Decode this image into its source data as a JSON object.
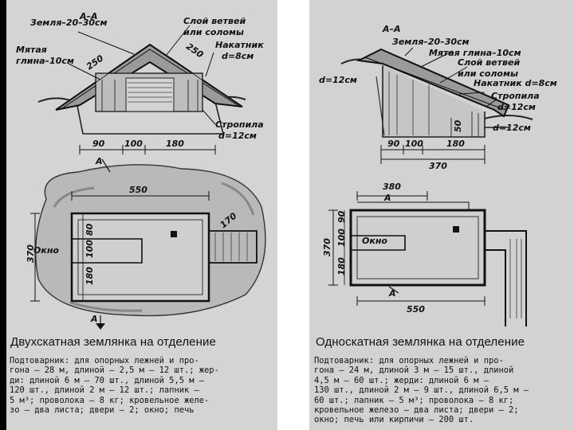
{
  "left": {
    "caption": "Двухскатная землянка на отделение",
    "section_title": "А–А",
    "labels": {
      "earth": "Земля–20–30см",
      "clay_1": "Мятая",
      "clay_2": "глина–10см",
      "branches_1": "Слой ветвей",
      "branches_2": "или соломы",
      "roll_1": "Накатник",
      "roll_2": "d=8см",
      "rafter_1": "Стропила",
      "rafter_2": "d=12см",
      "window": "Окно"
    },
    "dims": {
      "slope_a": "250",
      "slope_b": "250",
      "w1": "90",
      "w2": "100",
      "w3": "180",
      "plan_len": "550",
      "plan_h": "370",
      "h1": "80",
      "h2": "100",
      "h3": "180",
      "stair": "170",
      "cut_a": "А",
      "cut_b": "А"
    },
    "materials": "Подтоварник: для опорных лежней и про-\nгона — 28 м, длиной — 2,5 м — 12 шт.; жер-\nди: длиной 6 м — 70 шт., длиной 5,5 м —\n120 шт., длиной 2 м — 12 шт.; лапник —\n5 м³; проволока — 8 кг; кровельное желе-\nзо — два листа; двери — 2; окно; печь"
  },
  "right": {
    "caption": "Односкатная землянка на отделение",
    "section_title": "А–А",
    "labels": {
      "earth": "Земля–20–30см",
      "clay": "Мятая глина–10см",
      "branches_1": "Слой ветвей",
      "branches_2": "или соломы",
      "roll": "Накатник d=8см",
      "rafter_1": "Стропила",
      "rafter_2": "d=12см",
      "d_left": "d=12см",
      "d_right": "d=12см",
      "window": "Окно"
    },
    "dims": {
      "w1": "90",
      "w2": "100",
      "w3": "180",
      "total": "370",
      "h_small": "50",
      "top_len": "380",
      "plan_len": "550",
      "plan_h": "370",
      "h1": "90",
      "h2": "100",
      "h3": "180",
      "cut_a": "А",
      "cut_b": "А"
    },
    "materials": "Подтоварник: для опорных лежней и про-\nгона — 24 м, длиной 3 м — 15 шт., длиной\n4,5 м — 60 шт.; жерди: длиной 6 м —\n130 шт., длиной 2 м — 9 шт., длиной 6,5 м —\n60 шт.; лапник — 5 м³; проволока — 8 кг;\nкровельное железо — два листа; двери — 2;\nокно; печь или кирпичи — 200 шт."
  }
}
